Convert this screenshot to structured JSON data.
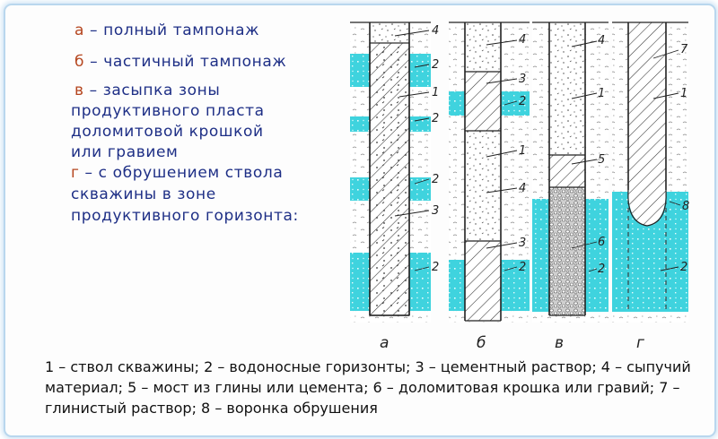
{
  "legend": {
    "items": [
      {
        "letter": "а",
        "dash": " – ",
        "lines": [
          "полный  тампонаж"
        ]
      },
      {
        "letter": "б",
        "dash": " – ",
        "lines": [
          "частичный  тампонаж"
        ]
      },
      {
        "letter": "в",
        "dash": " – ",
        "lines": [
          "засыпка  зоны",
          "продуктивного  пласта",
          "доломитовой  крошкой",
          "или  гравием"
        ]
      },
      {
        "letter": "г",
        "dash": "  –  ",
        "lines": [
          "с  обрушением   ствола",
          "скважины   в   зоне",
          "продуктивного   горизонта:"
        ]
      }
    ]
  },
  "panels": [
    {
      "label": "а"
    },
    {
      "label": "б"
    },
    {
      "label": "в"
    },
    {
      "label": "г"
    }
  ],
  "callouts": {
    "a": [
      "4",
      "2",
      "1",
      "2",
      "2",
      "3",
      "2"
    ],
    "b": [
      "4",
      "3",
      "2",
      "1",
      "4",
      "3",
      "2"
    ],
    "v": [
      "4",
      "1",
      "5",
      "6",
      "2"
    ],
    "g": [
      "7",
      "1",
      "8",
      "2"
    ]
  },
  "caption": "1 – ствол скважины; 2 – водоносные горизонты; 3 – цементный раствор; 4 – сыпучий материал; 5 – мост из глины или цемента; 6 – доломитовая крошка или гравий; 7 – глинистый раствор; 8 – воронка обрушения",
  "colors": {
    "aquifer": "#3fd3de",
    "legend_text": "#1e2f86",
    "legend_letter": "#b5461f",
    "frame": "#b9d7ee"
  }
}
